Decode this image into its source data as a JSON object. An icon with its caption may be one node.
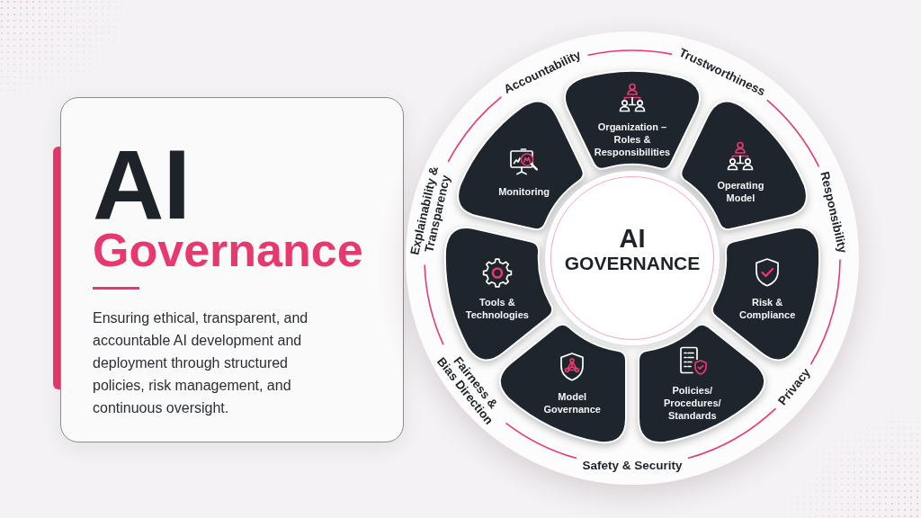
{
  "diagram": {
    "nodes": [
      {
        "text": [
          "AI",
          "Governance",
          "Ensuring ethical, transparent, and accountable AI development and deployment through structured policies, risk management, and continuous oversight."
        ]
      },
      {
        "text": [
          "Accountability",
          "Trustworthiness",
          "Responsibility",
          "Privacy",
          "Safety & Security",
          "Fairness & Bias Direction",
          "Explainability & Transparency"
        ]
      },
      {
        "text": [
          "AI",
          "GOVERNANCE"
        ],
        "in": 1
      },
      {
        "text": [
          "Organization – Roles & Responsibilities"
        ],
        "in": 1
      },
      {
        "text": [
          "Operating Model"
        ],
        "in": 1
      },
      {
        "text": [
          "Risk & Compliance"
        ],
        "in": 1
      },
      {
        "text": [
          "Policies/ Procedures/ Standards"
        ],
        "in": 1
      },
      {
        "text": [
          "Model Governance"
        ],
        "in": 1
      },
      {
        "text": [
          "Tools & Technologies"
        ],
        "in": 1
      },
      {
        "text": [
          "Monitoring"
        ],
        "in": 1
      }
    ]
  }
}
